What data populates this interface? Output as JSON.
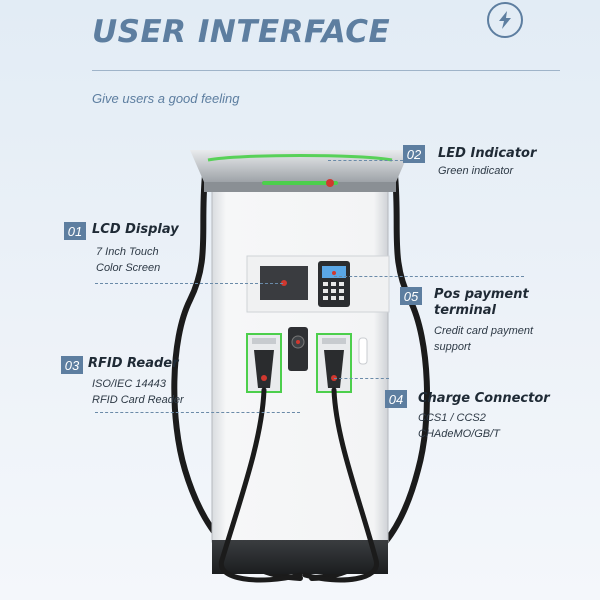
{
  "header": {
    "title": "USER INTERFACE",
    "subtitle": "Give users a good feeling",
    "logo_icon": "lightning-bolt-icon"
  },
  "callouts": [
    {
      "num": "01",
      "title": "LCD Display",
      "lines": [
        "7 Inch Touch",
        "Color Screen"
      ]
    },
    {
      "num": "02",
      "title": "LED Indicator",
      "lines": [
        "Green indicator"
      ]
    },
    {
      "num": "03",
      "title": "RFID Reader",
      "lines": [
        "ISO/IEC 14443",
        "RFID Card Reader"
      ]
    },
    {
      "num": "04",
      "title": "Charge Connector",
      "lines": [
        "CCS1 / CCS2",
        "CHAdeMO/GB/T"
      ]
    },
    {
      "num": "05",
      "title": "Pos payment",
      "title2": "terminal",
      "lines": [
        "Credit card payment",
        "support"
      ]
    }
  ],
  "colors": {
    "accent": "#5d7ea0",
    "led_green": "#4ccf4c",
    "cable": "#1a1a1a",
    "cabinet": "#f4f5f6"
  }
}
